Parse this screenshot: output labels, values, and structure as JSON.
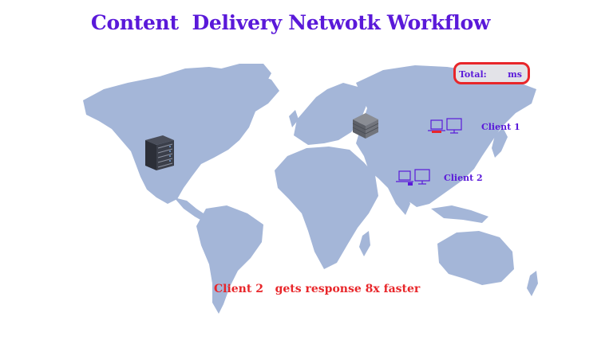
{
  "title": "Content  Delivery Netwotk Workflow",
  "total": {
    "label": "Total:",
    "value": "",
    "unit": "ms"
  },
  "clients": [
    {
      "label": "Client 1"
    },
    {
      "label": "Client 2"
    }
  ],
  "footer": "Client 2   gets response 8x faster",
  "colors": {
    "title": "#5a19d9",
    "accent": "#e8262a",
    "map": "#a4b6d8",
    "total_bg": "#e3e3e8"
  },
  "icons": [
    "server-rack-icon",
    "server-box-icon",
    "laptop-desktop-icon"
  ]
}
